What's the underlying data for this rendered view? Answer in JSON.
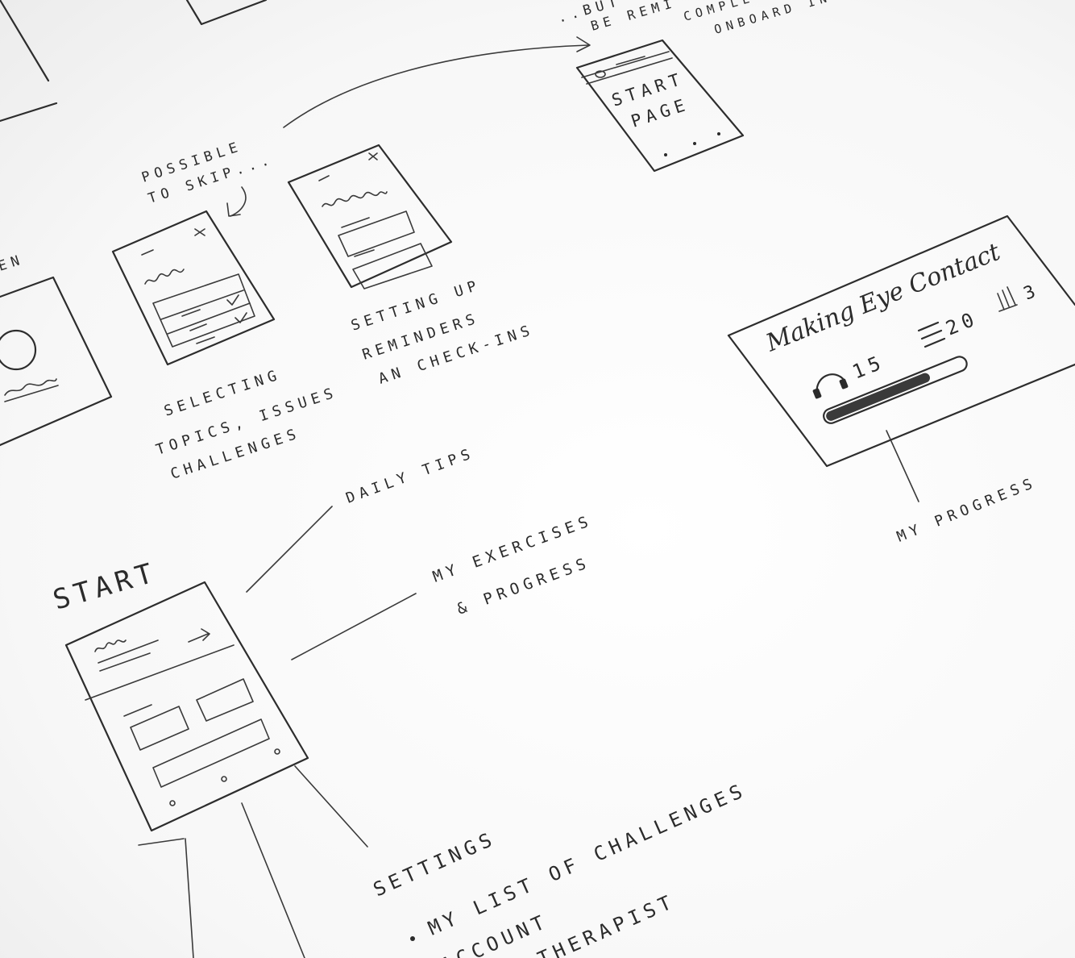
{
  "top_notes": {
    "line1": "..BUT",
    "line2": "BE REMI",
    "line3": "COMPLE",
    "line4": "ONBOARD INC"
  },
  "start_page_screen": {
    "label_line1": "START",
    "label_line2": "PAGE"
  },
  "skip_note": {
    "line1": "POSSIBLE",
    "line2": "TO SKIP..."
  },
  "left_edge_fragment": "EN",
  "topics_screen": {
    "caption_line1": "SELECTING",
    "caption_line2": "TOPICS, ISSUES",
    "caption_line3": "CHALLENGES"
  },
  "reminders_screen": {
    "caption_line1": "SETTING UP",
    "caption_line2": "REMINDERS",
    "caption_line3": "AN CHECK-INS"
  },
  "exercise_card": {
    "title": "Making Eye Contact",
    "stat_listen": "15",
    "stat_list": "20",
    "stat_chart": "3",
    "progress": 0.75,
    "caption": "MY PROGRESS"
  },
  "start_screen": {
    "title": "START",
    "branch_daily_tips": "DAILY TIPS",
    "branch_exercises_line1": "MY EXERCISES",
    "branch_exercises_line2": "& PROGRESS"
  },
  "settings_branch": {
    "title": "SETTINGS",
    "item1": "MY LIST OF CHALLENGES",
    "item2": "ACCOUNT",
    "item3": "THERAPIST"
  }
}
